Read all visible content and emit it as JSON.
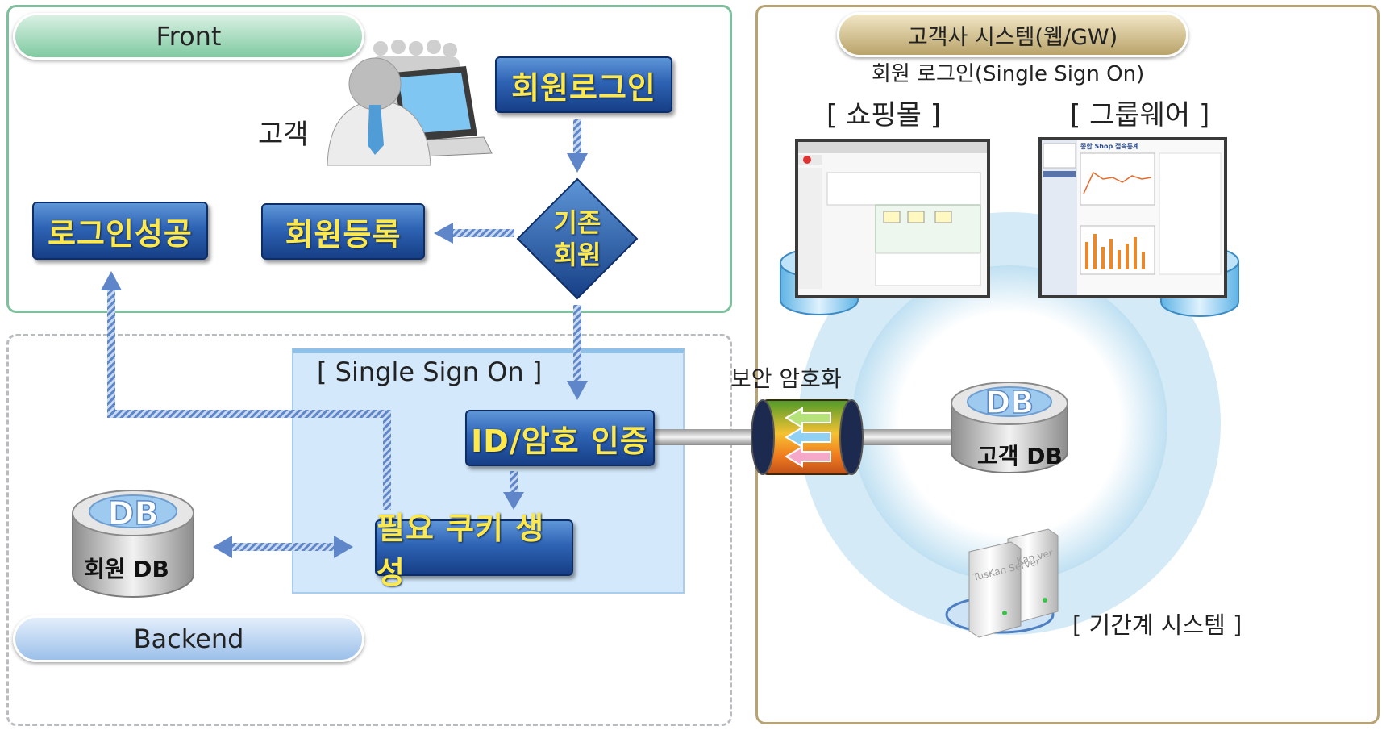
{
  "colors": {
    "front_border": "#7fbf9d",
    "backend_border": "#b9bcbf",
    "customer_border": "#b9a372",
    "box_blue": "#2e63b4",
    "box_text": "#ffe94a",
    "sso_panel": "#cfe6fa"
  },
  "front": {
    "title": "Front"
  },
  "backend": {
    "title": "Backend"
  },
  "customer_system": {
    "title": "고객사 시스템(웹/GW)",
    "subtitle": "회원 로그인(Single Sign On)",
    "shopping_label": "[ 쇼핑몰 ]",
    "groupware_label": "[ 그룹웨어 ]",
    "legacy_label": "[ 기간계 시스템 ]",
    "db_label": "고객 DB",
    "db_icon_text": "DB",
    "server_text_1": "TusKan Server",
    "server_text_2": "Kan ver"
  },
  "flow": {
    "customer_label": "고객",
    "member_login": "회원로그인",
    "existing_member_line1": "기존",
    "existing_member_line2": "회원",
    "member_register": "회원등록",
    "login_success": "로그인성공",
    "sso_title": "[ Single Sign On ]",
    "auth": "ID/암호 인증",
    "cookie": "필요 쿠키 생성",
    "member_db": "회원 DB",
    "member_db_icon_text": "DB",
    "encryption": "보안 암호화"
  },
  "groupware_screen": {
    "header": "종합 Shop 접속통계"
  }
}
